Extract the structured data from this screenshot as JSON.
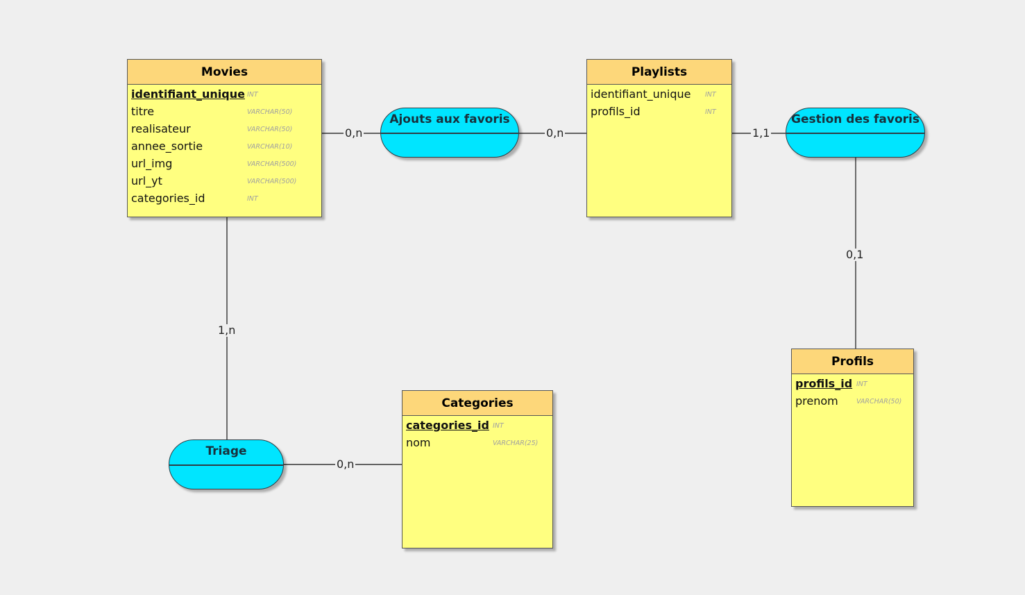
{
  "entities": {
    "movies": {
      "name": "Movies",
      "attributes": [
        {
          "name": "identifiant_unique",
          "type": "INT",
          "key": true
        },
        {
          "name": "titre",
          "type": "VARCHAR(50)",
          "key": false
        },
        {
          "name": "realisateur",
          "type": "VARCHAR(50)",
          "key": false
        },
        {
          "name": "annee_sortie",
          "type": "VARCHAR(10)",
          "key": false
        },
        {
          "name": "url_img",
          "type": "VARCHAR(500)",
          "key": false
        },
        {
          "name": "url_yt",
          "type": "VARCHAR(500)",
          "key": false
        },
        {
          "name": "categories_id",
          "type": "INT",
          "key": false
        }
      ]
    },
    "playlists": {
      "name": "Playlists",
      "attributes": [
        {
          "name": "identifiant_unique",
          "type": "INT",
          "key": false
        },
        {
          "name": "profils_id",
          "type": "INT",
          "key": false
        }
      ]
    },
    "categories": {
      "name": "Categories",
      "attributes": [
        {
          "name": "categories_id",
          "type": "INT",
          "key": true
        },
        {
          "name": "nom",
          "type": "VARCHAR(25)",
          "key": false
        }
      ]
    },
    "profils": {
      "name": "Profils",
      "attributes": [
        {
          "name": "profils_id",
          "type": "INT",
          "key": true
        },
        {
          "name": "prenom",
          "type": "VARCHAR(50)",
          "key": false
        }
      ]
    }
  },
  "associations": {
    "ajouts": {
      "name": "Ajouts aux favoris"
    },
    "gestion": {
      "name": "Gestion des favoris"
    },
    "triage": {
      "name": "Triage"
    }
  },
  "cardinalities": {
    "movies_ajouts": "0,n",
    "ajouts_playlists": "0,n",
    "playlists_gestion": "1,1",
    "gestion_profils": "0,1",
    "movies_triage": "1,n",
    "triage_categories": "0,n"
  },
  "colors": {
    "entity_header": "#fdd77a",
    "entity_body": "#ffff80",
    "association": "#00e5ff",
    "background": "#efefef"
  }
}
